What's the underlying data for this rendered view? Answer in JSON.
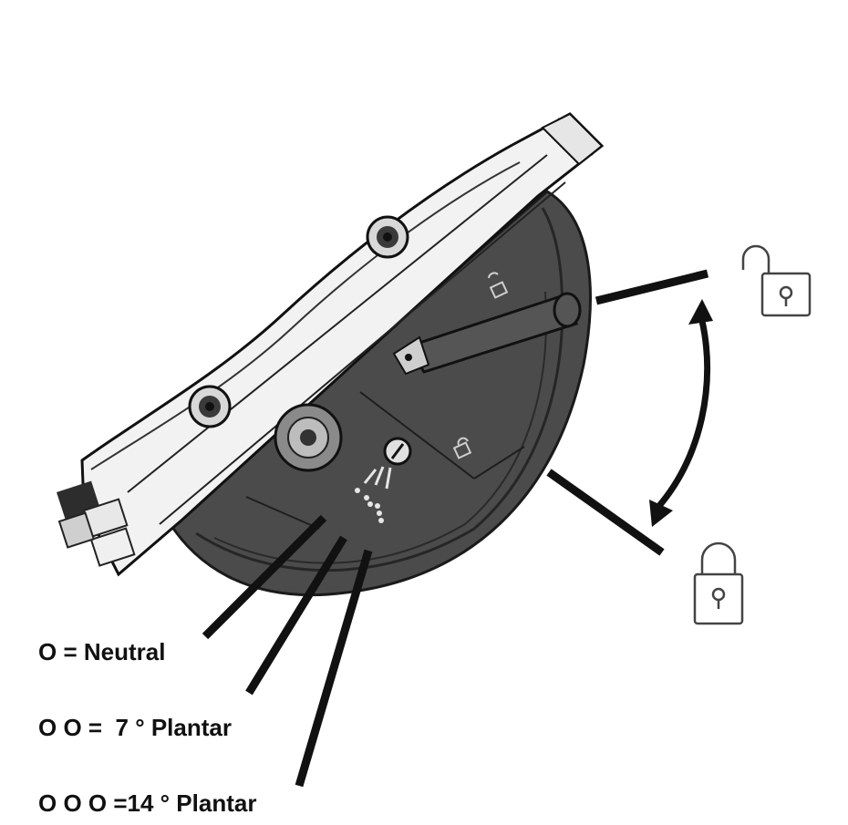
{
  "legend": {
    "neutral": "O = Neutral",
    "plantar_7": "O O =  7 ° Plantar",
    "plantar_14": "O O O =14 ° Plantar"
  },
  "icons": {
    "unlocked": "unlocked-padlock-icon",
    "locked": "locked-padlock-icon",
    "double_arrow": "curved-double-arrow-icon"
  },
  "colors": {
    "housing_dark": "#4a4a4a",
    "body_light": "#f2f2f2",
    "stroke": "#111111"
  }
}
